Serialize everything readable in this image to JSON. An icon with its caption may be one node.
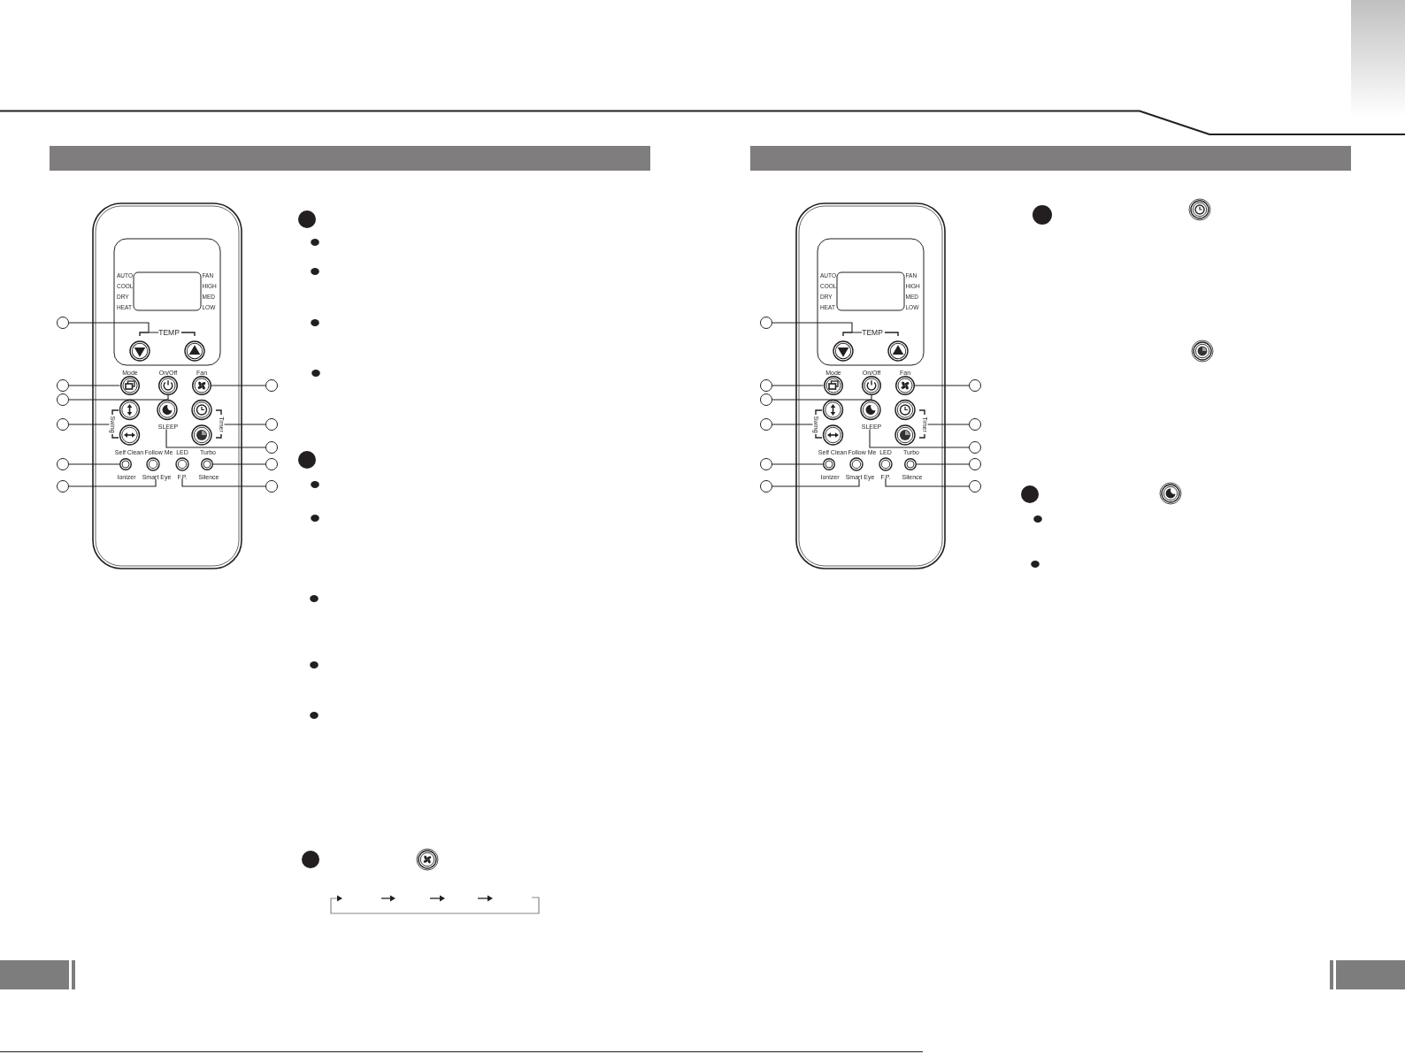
{
  "diagram": {
    "nodes": [
      {
        "text": [],
        "shape": "circle"
      },
      {
        "text": [
          "TEMP"
        ]
      },
      {
        "text": [],
        "shape": "circle"
      },
      {
        "text": [],
        "shape": "circle",
        "beside": [
          "Mode"
        ]
      },
      {
        "text": [],
        "shape": "circle",
        "beside": [
          "On/Off"
        ]
      },
      {
        "text": [],
        "shape": "circle",
        "beside": [
          "Fan"
        ]
      },
      {
        "text": [],
        "shape": "circle"
      },
      {
        "text": [],
        "shape": "circle"
      },
      {
        "text": [],
        "shape": "circle"
      },
      {
        "text": [
          "Swing"
        ]
      },
      {
        "text": [
          "Timer"
        ]
      },
      {
        "text": [],
        "shape": "circle"
      },
      {
        "text": [
          "SLEEP"
        ]
      },
      {
        "text": [],
        "shape": "circle"
      },
      {
        "text": [],
        "shape": "circle"
      },
      {
        "text": [],
        "shape": "circle",
        "beside": [
          "Self Clean",
          "Ionizer"
        ]
      },
      {
        "text": [],
        "shape": "circle",
        "beside": [
          "Turbo",
          "Silence"
        ]
      },
      {
        "text": [],
        "shape": "circle"
      },
      {
        "text": [
          "Smart Eye"
        ]
      },
      {
        "text": [
          "F.P."
        ]
      },
      {
        "text": [],
        "shape": "circle"
      },
      {
        "text": [],
        "shape": "circle"
      },
      {
        "text": [],
        "shape": "circle"
      },
      {
        "text": [
          "TEMP"
        ]
      },
      {
        "text": [],
        "shape": "circle"
      },
      {
        "text": [],
        "shape": "circle",
        "beside": [
          "Mode"
        ]
      },
      {
        "text": [],
        "shape": "circle",
        "beside": [
          "On/Off"
        ]
      },
      {
        "text": [],
        "shape": "circle",
        "beside": [
          "Fan"
        ]
      },
      {
        "text": [],
        "shape": "circle"
      },
      {
        "text": [],
        "shape": "circle"
      },
      {
        "text": [],
        "shape": "circle"
      },
      {
        "text": [
          "Swing"
        ]
      },
      {
        "text": [
          "Timer"
        ]
      },
      {
        "text": [],
        "shape": "circle"
      },
      {
        "text": [
          "SLEEP"
        ]
      },
      {
        "text": [],
        "shape": "circle"
      },
      {
        "text": [],
        "shape": "circle"
      },
      {
        "text": [],
        "shape": "circle",
        "beside": [
          "Self Clean",
          "Ionizer"
        ]
      },
      {
        "text": [],
        "shape": "circle",
        "beside": [
          "Turbo",
          "Silence"
        ]
      },
      {
        "text": [],
        "shape": "circle"
      },
      {
        "text": [
          "Smart Eye"
        ]
      },
      {
        "text": [
          "F.P."
        ]
      },
      {
        "text": [],
        "shape": "circle"
      },
      {
        "text": [],
        "shape": "circle"
      }
    ],
    "edges": [
      {
        "from": 0,
        "to": 1,
        "arrow": "none"
      },
      {
        "from": 2,
        "to": 3,
        "arrow": "none"
      },
      {
        "from": 6,
        "to": 5,
        "arrow": "none"
      },
      {
        "from": 7,
        "to": 4,
        "arrow": "none"
      },
      {
        "from": 8,
        "to": 9,
        "arrow": "none"
      },
      {
        "from": 11,
        "to": 10,
        "arrow": "none"
      },
      {
        "from": 13,
        "to": 12,
        "arrow": "none"
      },
      {
        "from": 14,
        "to": 15,
        "arrow": "none"
      },
      {
        "from": 17,
        "to": 16,
        "arrow": "none"
      },
      {
        "from": 20,
        "to": 18,
        "arrow": "none"
      },
      {
        "from": 21,
        "to": 19,
        "arrow": "none"
      },
      {
        "from": 22,
        "to": 23,
        "arrow": "none"
      },
      {
        "from": 24,
        "to": 25,
        "arrow": "none"
      },
      {
        "from": 28,
        "to": 27,
        "arrow": "none"
      },
      {
        "from": 29,
        "to": 26,
        "arrow": "none"
      },
      {
        "from": 30,
        "to": 31,
        "arrow": "none"
      },
      {
        "from": 33,
        "to": 32,
        "arrow": "none"
      },
      {
        "from": 35,
        "to": 34,
        "arrow": "none"
      },
      {
        "from": 36,
        "to": 37,
        "arrow": "none"
      },
      {
        "from": 39,
        "to": 38,
        "arrow": "none"
      },
      {
        "from": 42,
        "to": 40,
        "arrow": "none"
      },
      {
        "from": 43,
        "to": 41,
        "arrow": "none"
      }
    ],
    "labels": [
      "AUTO",
      "FAN",
      "COOL",
      "HIGH",
      "DRY",
      "MED",
      "HEAT",
      "LOW",
      "Follow Me",
      "LED",
      "AUTO",
      "FAN",
      "COOL",
      "HIGH",
      "DRY",
      "MED",
      "HEAT",
      "LOW",
      "Follow Me",
      "LED"
    ]
  }
}
